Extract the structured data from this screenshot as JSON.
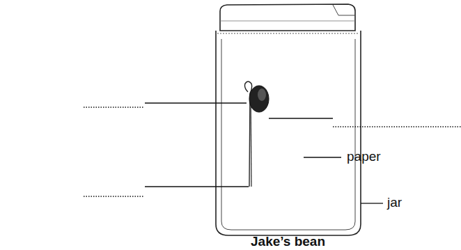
{
  "diagram": {
    "caption": "Jake’s bean",
    "labels": [
      "paper",
      "jar"
    ]
  }
}
